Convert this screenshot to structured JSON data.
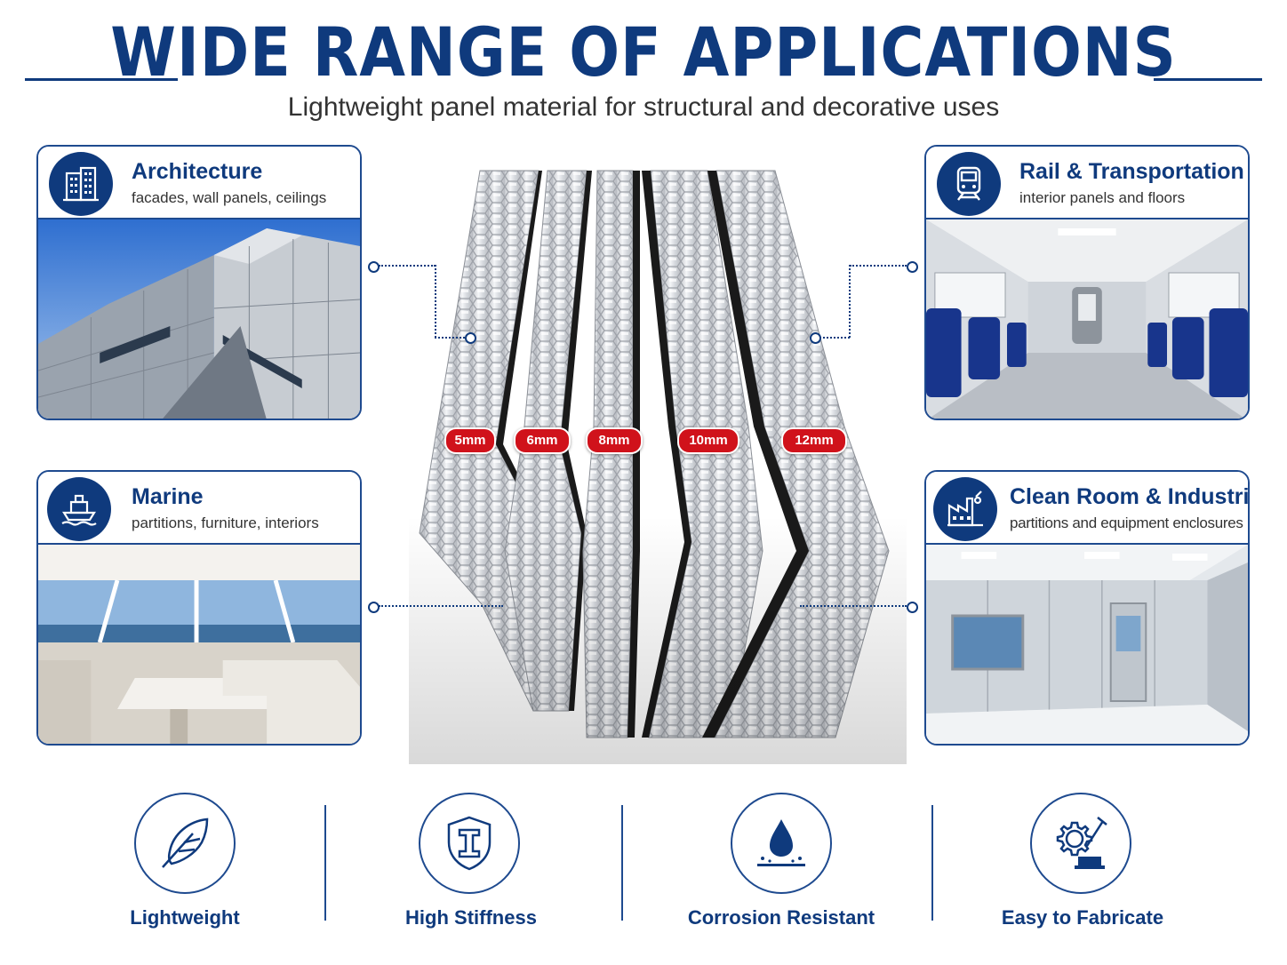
{
  "header": {
    "title": "WIDE RANGE OF APPLICATIONS",
    "subtitle": "Lightweight panel material for structural and decorative uses"
  },
  "colors": {
    "brand_blue": "#0f3a7d",
    "badge_red": "#d0121b",
    "seat_blue": "#18358c"
  },
  "applications": [
    {
      "title": "Architecture",
      "subtitle": "facades, wall panels, ceilings",
      "icon": "building-icon"
    },
    {
      "title": "Rail & Transportation",
      "subtitle": "interior panels and floors",
      "icon": "train-icon"
    },
    {
      "title": "Marine",
      "subtitle": "partitions, furniture, interiors",
      "icon": "ship-icon"
    },
    {
      "title": "Clean Room & Industrial",
      "subtitle": "partitions and equipment enclosures",
      "icon": "factory-icon"
    }
  ],
  "thickness_labels": [
    "5mm",
    "6mm",
    "8mm",
    "10mm",
    "12mm"
  ],
  "features": [
    {
      "label": "Lightweight",
      "icon": "feather-icon"
    },
    {
      "label": "High Stiffness",
      "icon": "shield-beam-icon"
    },
    {
      "label": "Corrosion Resistant",
      "icon": "water-drop-icon"
    },
    {
      "label": "Easy to Fabricate",
      "icon": "gear-tool-icon"
    }
  ]
}
